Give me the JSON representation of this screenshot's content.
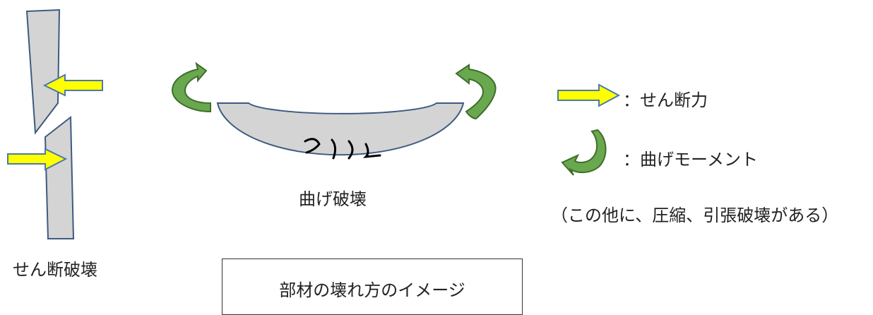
{
  "labels": {
    "shear_failure": "せん断破壊",
    "bending_failure": "曲げ破壊",
    "legend_shear": "：せん断力",
    "legend_moment": "：曲げモーメント",
    "note": "（この他に、圧縮、引張破壊がある）",
    "caption": "部材の壊れ方のイメージ"
  },
  "colors": {
    "member_fill": "#d4d4d4",
    "member_stroke": "#3d5a80",
    "shear_arrow_fill": "#ffff00",
    "shear_arrow_stroke": "#4a7aa8",
    "moment_arrow_fill": "#6aa84f",
    "moment_arrow_stroke": "#3d6e2a",
    "crack_stroke": "#000000",
    "text": "#222222"
  },
  "icons": [
    "shear-force-arrow-icon",
    "bending-moment-arrow-icon"
  ]
}
